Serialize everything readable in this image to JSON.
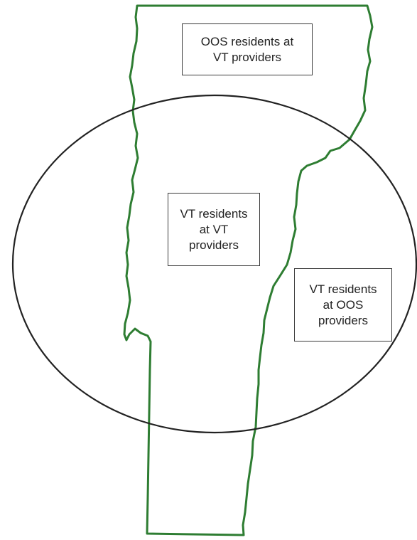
{
  "diagram": {
    "state_outline_color": "#2e7d32",
    "circle_color": "#222222",
    "labels": {
      "oos_residents_at_vt_providers": "OOS residents at\nVT providers",
      "vt_residents_at_vt_providers": "VT residents\nat VT\nproviders",
      "vt_residents_at_oos_providers": "VT residents\nat OOS\nproviders"
    }
  }
}
